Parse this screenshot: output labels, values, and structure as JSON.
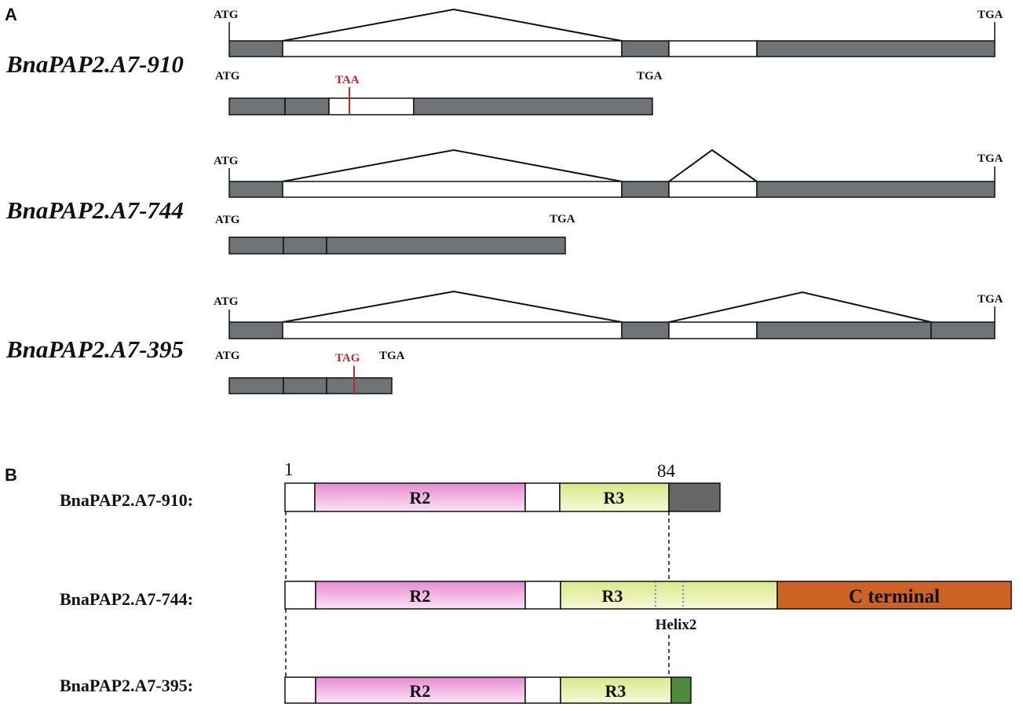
{
  "panel_a": {
    "label": "A",
    "genes": [
      {
        "name": "BnaPAP2.A7-910",
        "start_label": "ATG",
        "end_label": "TGA",
        "cds_start": "ATG",
        "cds_end": "TGA",
        "stop_label": "TAA"
      },
      {
        "name": "BnaPAP2.A7-744",
        "start_label": "ATG",
        "end_label": "TGA",
        "cds_start": "ATG",
        "cds_end": "TGA"
      },
      {
        "name": "BnaPAP2.A7-395",
        "start_label": "ATG",
        "end_label": "TGA",
        "cds_start": "ATG",
        "cds_end": "TGA",
        "stop_label": "TAG"
      }
    ]
  },
  "panel_b": {
    "label": "B",
    "start_number": "1",
    "position_number": "84",
    "proteins": [
      {
        "name": "BnaPAP2.A7-910:",
        "domains": [
          "R2",
          "R3"
        ]
      },
      {
        "name": "BnaPAP2.A7-744:",
        "domains": [
          "R2",
          "R3",
          "C terminal"
        ],
        "helix": "Helix2"
      },
      {
        "name": "BnaPAP2.A7-395:",
        "domains": [
          "R2",
          "R3"
        ]
      }
    ]
  },
  "colors": {
    "exon": "#707375",
    "stop_codon": "#c0272d",
    "r2_domain": "#e58ccf",
    "r3_domain": "#e8efae",
    "c_terminal": "#cc6325",
    "ext_910": "#666666",
    "ext_395": "#4b8b3b",
    "helix_marker": "#2f7fd0"
  }
}
